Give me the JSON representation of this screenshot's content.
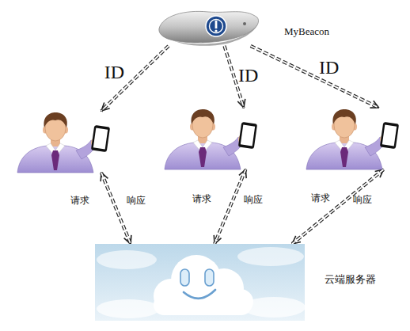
{
  "diagram": {
    "nodes": [
      {
        "text": [
          "MyBeacon"
        ]
      },
      {
        "text": []
      },
      {
        "text": []
      },
      {
        "text": []
      },
      {
        "text": [
          "云端服务器"
        ]
      }
    ],
    "edges": [
      {
        "from": 0,
        "to": 1,
        "arrow": "to",
        "label": "ID"
      },
      {
        "from": 0,
        "to": 2,
        "arrow": "to",
        "label": "ID"
      },
      {
        "from": 0,
        "to": 3,
        "arrow": "to",
        "label": "ID"
      },
      {
        "from": 1,
        "to": 4,
        "arrow": "both",
        "label": "请求"
      },
      {
        "from": 2,
        "to": 4,
        "arrow": "both",
        "label": "请求"
      },
      {
        "from": 3,
        "to": 4,
        "arrow": "both",
        "label": "请求"
      }
    ],
    "labels": [
      "响应",
      "响应",
      "响应"
    ]
  }
}
